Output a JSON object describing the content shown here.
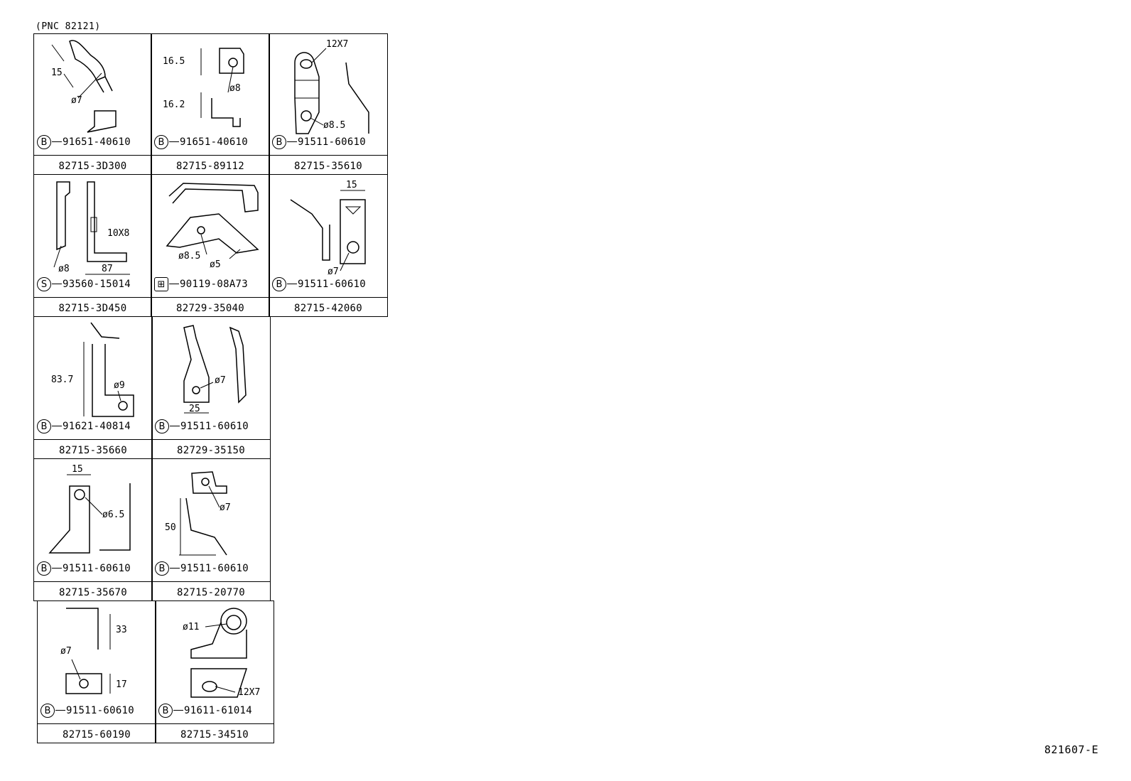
{
  "header": {
    "pnc": "(PNC 82121)"
  },
  "drawing_id": "821607-E",
  "cells": [
    {
      "part": "82715-3D300",
      "symbol": "B",
      "fastener": "91651-40610",
      "dims": [
        "15",
        "ø7"
      ]
    },
    {
      "part": "82715-89112",
      "symbol": "B",
      "fastener": "91651-40610",
      "dims": [
        "16.5",
        "ø8",
        "16.2"
      ]
    },
    {
      "part": "82715-35610",
      "symbol": "B",
      "fastener": "91511-60610",
      "dims": [
        "12X7",
        "ø8.5"
      ]
    },
    {
      "part": "82715-3D450",
      "symbol": "S",
      "fastener": "93560-15014",
      "dims": [
        "10X8",
        "ø8",
        "87"
      ]
    },
    {
      "part": "82729-35040",
      "symbol": "",
      "fastener": "90119-08A73",
      "dims": [
        "ø8.5",
        "ø5"
      ]
    },
    {
      "part": "82715-42060",
      "symbol": "B",
      "fastener": "91511-60610",
      "dims": [
        "15",
        "ø7"
      ]
    },
    {
      "part": "82715-35660",
      "symbol": "B",
      "fastener": "91621-40814",
      "dims": [
        "83.7",
        "ø9"
      ]
    },
    {
      "part": "82729-35150",
      "symbol": "B",
      "fastener": "91511-60610",
      "dims": [
        "ø7",
        "25"
      ]
    },
    {
      "part": "82715-35670",
      "symbol": "B",
      "fastener": "91511-60610",
      "dims": [
        "15",
        "ø6.5"
      ]
    },
    {
      "part": "82715-20770",
      "symbol": "B",
      "fastener": "91511-60610",
      "dims": [
        "ø7",
        "50"
      ]
    },
    {
      "part": "82715-60190",
      "symbol": "B",
      "fastener": "91511-60610",
      "dims": [
        "33",
        "ø7",
        "17"
      ]
    },
    {
      "part": "82715-34510",
      "symbol": "B",
      "fastener": "91611-61014",
      "dims": [
        "ø11",
        "12X7"
      ]
    }
  ]
}
